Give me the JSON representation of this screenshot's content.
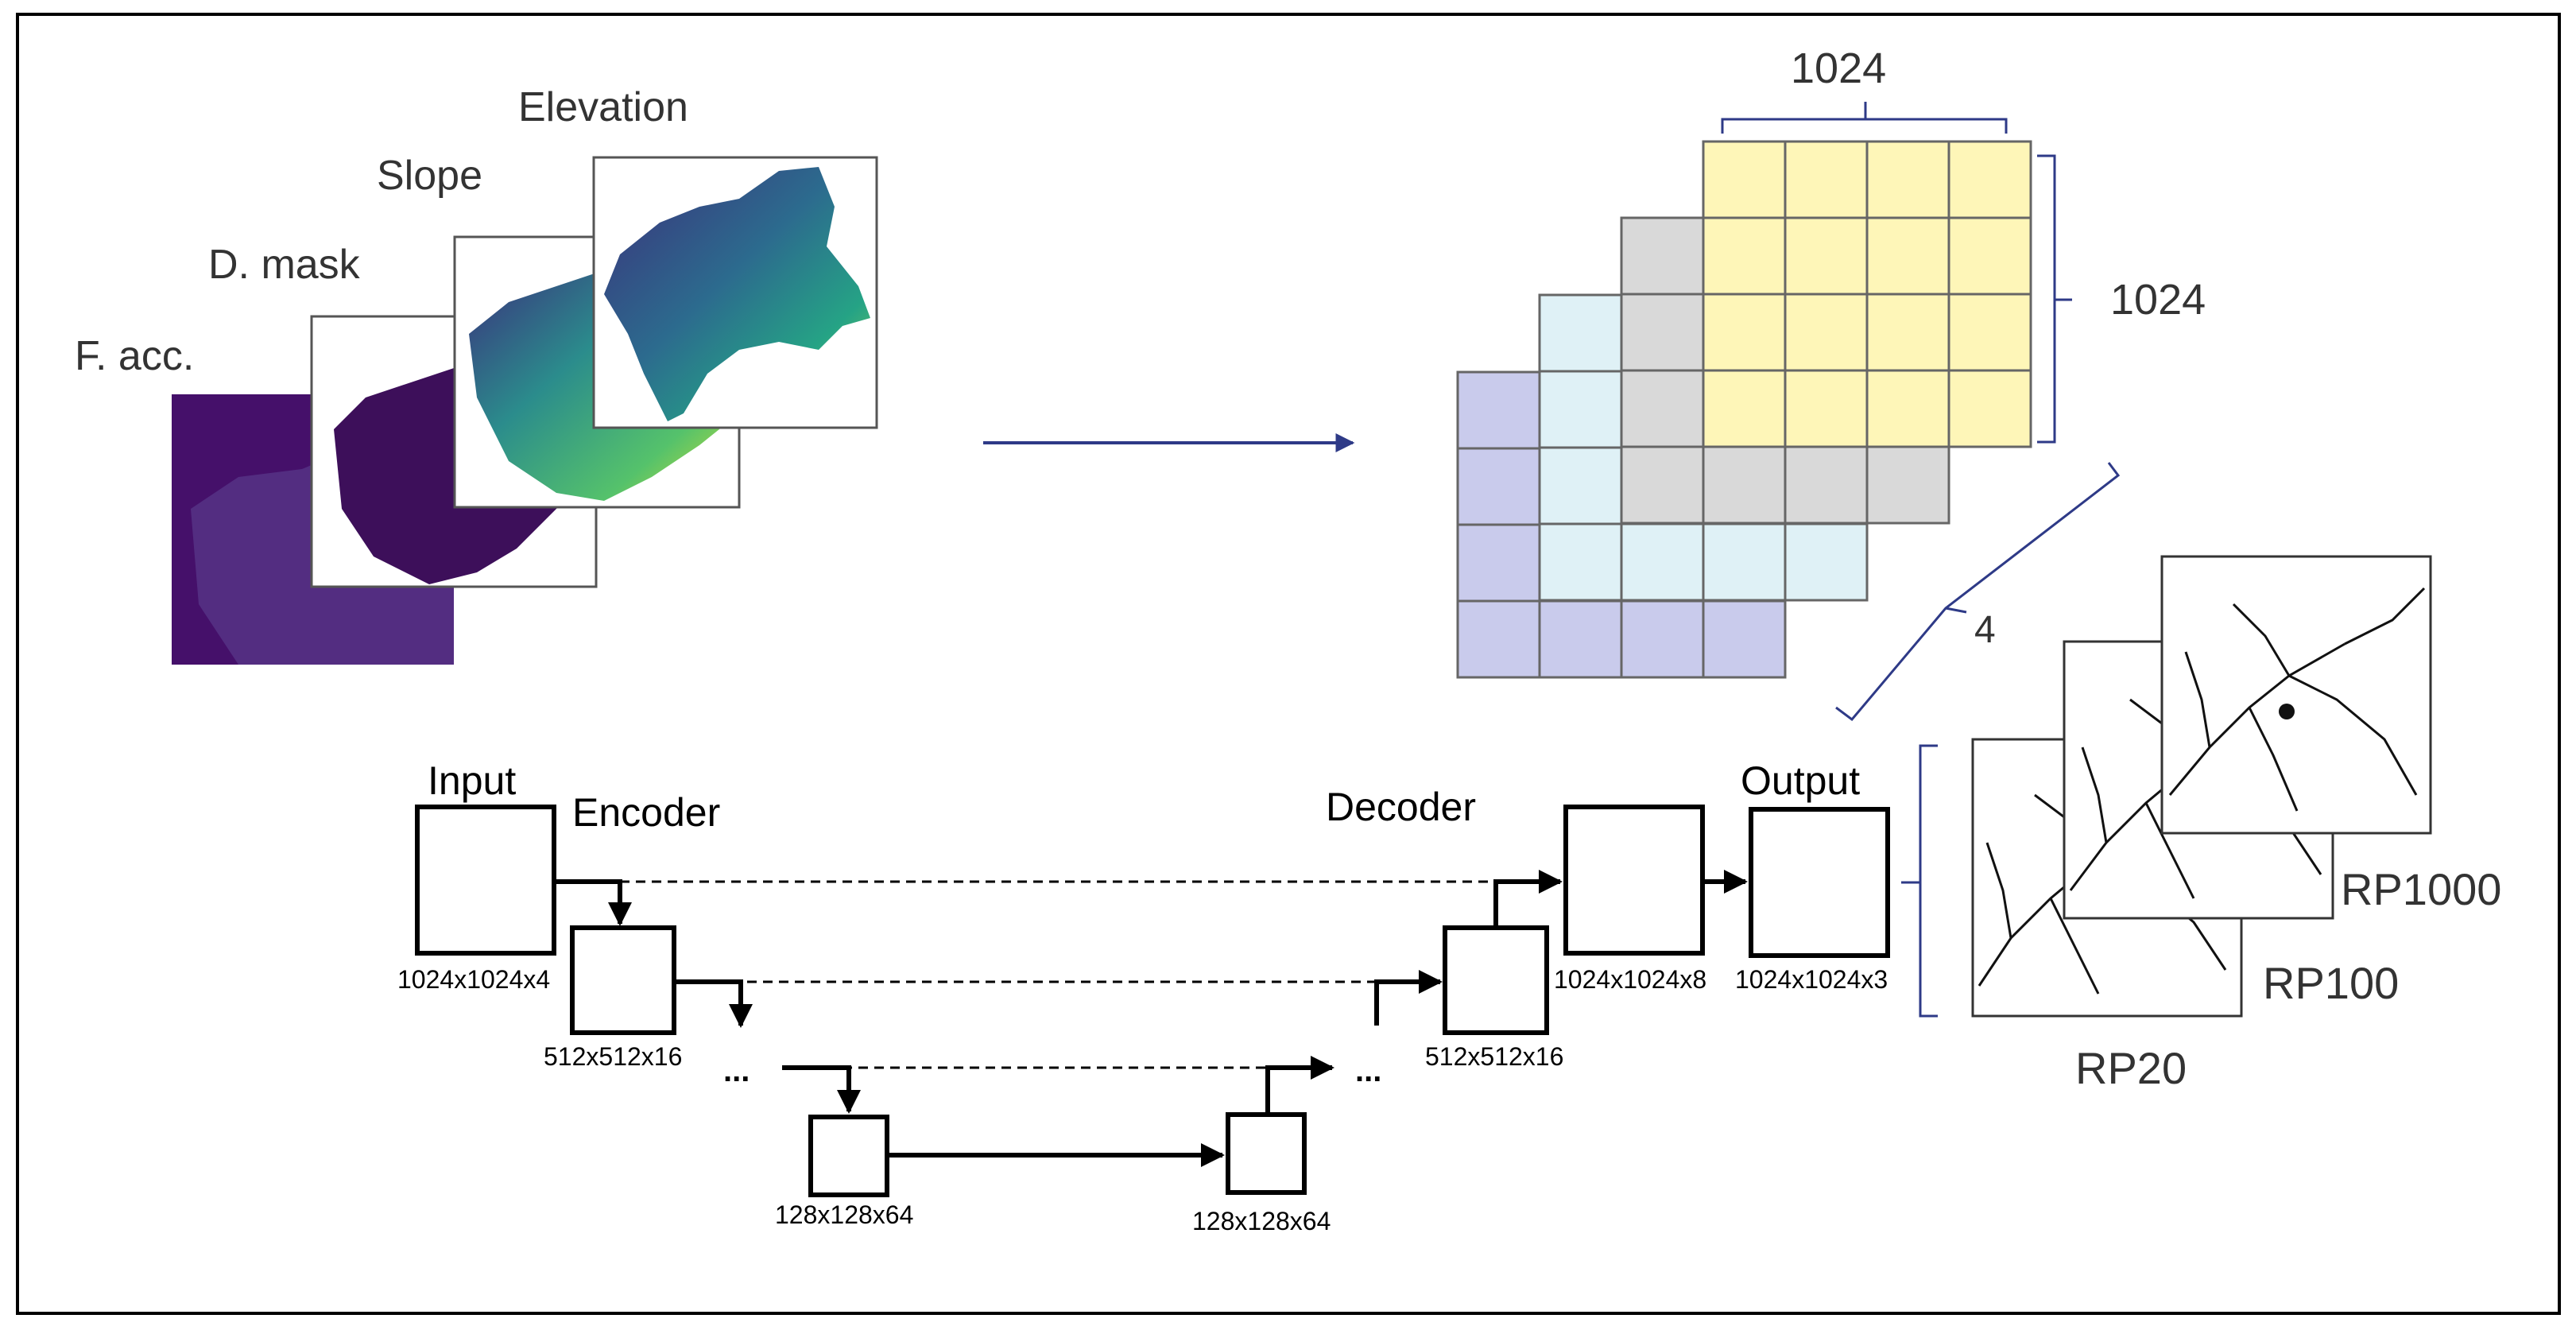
{
  "input_layers": {
    "labels": [
      "F. acc.",
      "D. mask",
      "Slope",
      "Elevation"
    ]
  },
  "tensor": {
    "width_label": "1024",
    "height_label": "1024",
    "channels_label": "4",
    "colors": [
      "#c9cbec",
      "#dff1f6",
      "#d9d9d9",
      "#fef6b8"
    ]
  },
  "network": {
    "input_title": "Input",
    "encoder_title": "Encoder",
    "decoder_title": "Decoder",
    "output_title": "Output",
    "dims": {
      "input": "1024x1024x4",
      "enc1": "512x512x16",
      "enc_bottom": "128x128x64",
      "dec_bottom": "128x128x64",
      "dec1": "512x512x16",
      "dec_top": "1024x1024x8",
      "output": "1024x1024x3"
    },
    "ellipsis": "..."
  },
  "outputs": {
    "labels": [
      "RP20",
      "RP100",
      "RP1000"
    ]
  }
}
